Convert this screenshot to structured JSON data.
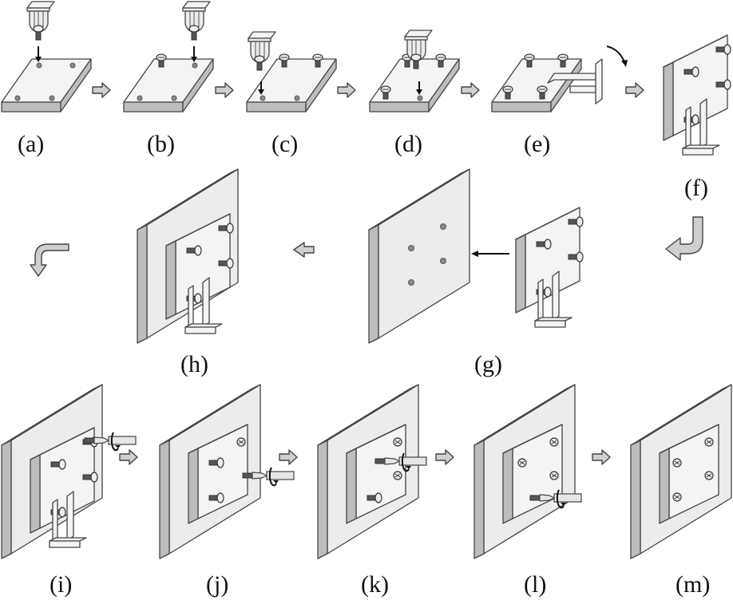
{
  "figure": {
    "description": "Step-by-step assembly procedure: screws inserted into a plate using a holder jig, plate flipped with stand, mounted onto a wall panel, then screws tightened one by one with a screwdriver.",
    "steps": [
      {
        "id": "a",
        "label": "(a)",
        "content": "holder jig inserting first screw into plate"
      },
      {
        "id": "b",
        "label": "(b)",
        "content": "second screw being inserted"
      },
      {
        "id": "c",
        "label": "(c)",
        "content": "third screw being inserted"
      },
      {
        "id": "d",
        "label": "(d)",
        "content": "fourth screw being inserted"
      },
      {
        "id": "e",
        "label": "(e)",
        "content": "stand attached, plate rotated"
      },
      {
        "id": "f",
        "label": "(f)",
        "content": "plate upright on stand with screws"
      },
      {
        "id": "g",
        "label": "(g)",
        "content": "plate moved toward wall panel with four holes"
      },
      {
        "id": "h",
        "label": "(h)",
        "content": "plate placed against wall panel"
      },
      {
        "id": "i",
        "label": "(i)",
        "content": "first screw tightened with screwdriver"
      },
      {
        "id": "j",
        "label": "(j)",
        "content": "second screw tightened"
      },
      {
        "id": "k",
        "label": "(k)",
        "content": "third screw tightened"
      },
      {
        "id": "l",
        "label": "(l)",
        "content": "fourth screw tightened"
      },
      {
        "id": "m",
        "label": "(m)",
        "content": "plate fully fastened to wall panel"
      }
    ],
    "flow_icons": {
      "step_arrow": "right-block-arrow-icon",
      "back_arrow": "left-block-arrow-icon",
      "turn_arrow": "curved-block-arrow-icon",
      "rotate": "rotation-arrow-icon",
      "move": "thin-arrow-icon"
    }
  }
}
